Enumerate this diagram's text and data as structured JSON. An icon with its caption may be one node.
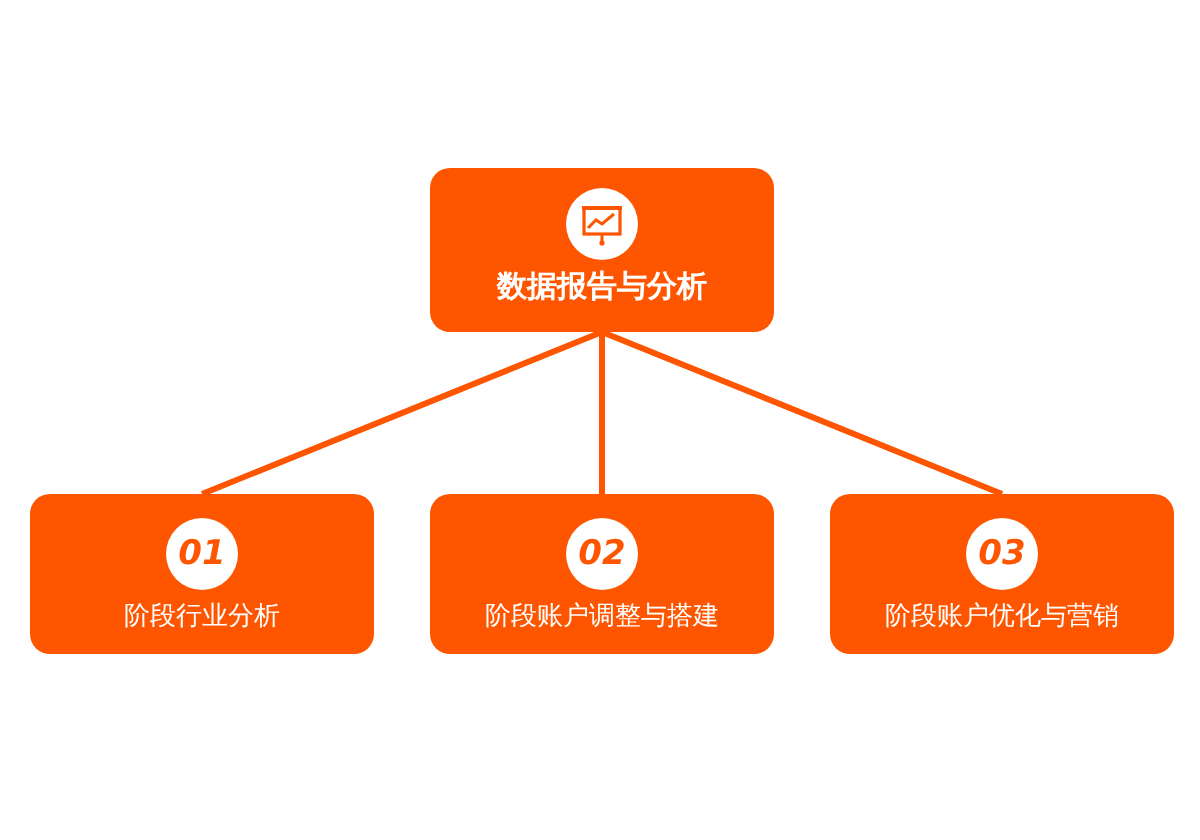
{
  "diagram": {
    "nodes": [
      {
        "text": [
          "数据报告与分析"
        ]
      },
      {
        "text": [
          "01",
          "阶段行业分析"
        ]
      },
      {
        "text": [
          "02",
          "阶段账户调整与搭建"
        ]
      },
      {
        "text": [
          "03",
          "阶段账户优化与营销"
        ]
      }
    ],
    "edges": [
      {
        "from": 0,
        "to": 1,
        "arrow": "none"
      },
      {
        "from": 0,
        "to": 2,
        "arrow": "none"
      },
      {
        "from": 0,
        "to": 3,
        "arrow": "none"
      }
    ]
  }
}
